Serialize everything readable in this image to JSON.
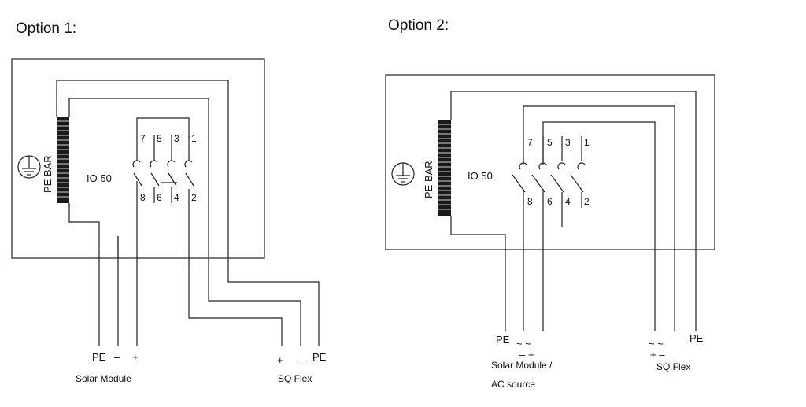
{
  "option1": {
    "title": "Option 1:",
    "pe_bar": "PE BAR",
    "module": "IO 50",
    "terminals_top": [
      "7",
      "5",
      "3",
      "1"
    ],
    "terminals_bottom": [
      "8",
      "6",
      "4",
      "2"
    ],
    "left_terminals": [
      "PE",
      "–",
      "+"
    ],
    "left_caption": "Solar Module",
    "right_terminals": [
      "+",
      "–",
      "PE"
    ],
    "right_caption": "SQ Flex"
  },
  "option2": {
    "title": "Option 2:",
    "pe_bar": "PE BAR",
    "module": "IO 50",
    "terminals_top": [
      "7",
      "5",
      "3",
      "1"
    ],
    "terminals_bottom": [
      "8",
      "6",
      "4",
      "2"
    ],
    "left_pe": "PE",
    "left_symbols": [
      "~ ~",
      "– +"
    ],
    "left_caption_line1": "Solar Module /",
    "left_caption_line2": "AC source",
    "right_symbols": [
      "~ ~",
      "+ –"
    ],
    "right_pe": "PE",
    "right_caption": "SQ Flex"
  },
  "colors": {
    "line": "#222222",
    "text": "#111111"
  },
  "icons": [
    "ground-icon",
    "pe-bar-icon",
    "switch-contact-icon"
  ]
}
